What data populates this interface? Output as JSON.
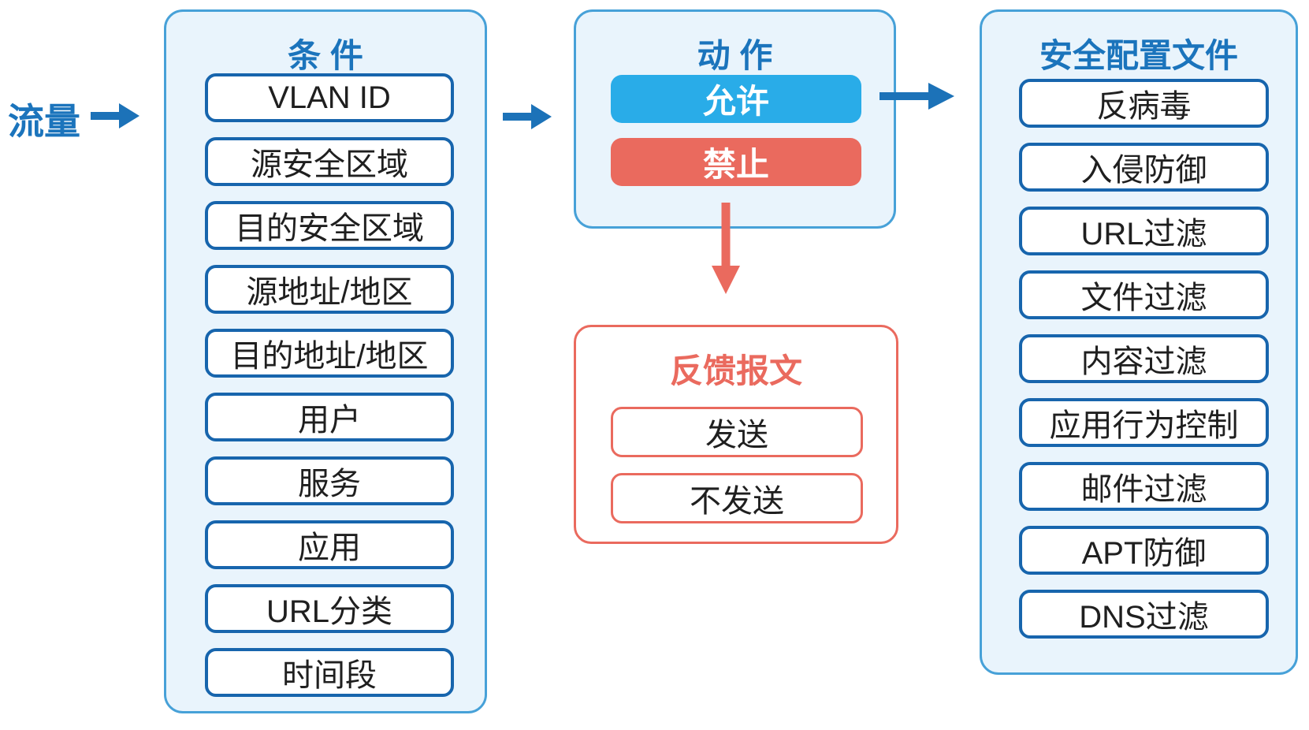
{
  "colors": {
    "blue_text": "#1b74bc",
    "panel_border": "#47a1d8",
    "panel_bg": "#e9f4fc",
    "item_border": "#1765ad",
    "item_text": "#1f1f1f",
    "arrow_blue": "#1c72b8",
    "allow_bg": "#29ace8",
    "red": "#ea6a5e",
    "button_text": "#ffffff",
    "canvas_bg": "#ffffff"
  },
  "traffic_label": "流量",
  "conditions_panel": {
    "title": "条 件",
    "items": [
      "VLAN ID",
      "源安全区域",
      "目的安全区域",
      "源地址/地区",
      "目的地址/地区",
      "用户",
      "服务",
      "应用",
      "URL分类",
      "时间段"
    ]
  },
  "action_panel": {
    "title": "动 作",
    "allow_label": "允许",
    "deny_label": "禁止"
  },
  "feedback_panel": {
    "title": "反馈报文",
    "items": [
      "发送",
      "不发送"
    ]
  },
  "profile_panel": {
    "title": "安全配置文件",
    "items": [
      "反病毒",
      "入侵防御",
      "URL过滤",
      "文件过滤",
      "内容过滤",
      "应用行为控制",
      "邮件过滤",
      "APT防御",
      "DNS过滤"
    ]
  }
}
